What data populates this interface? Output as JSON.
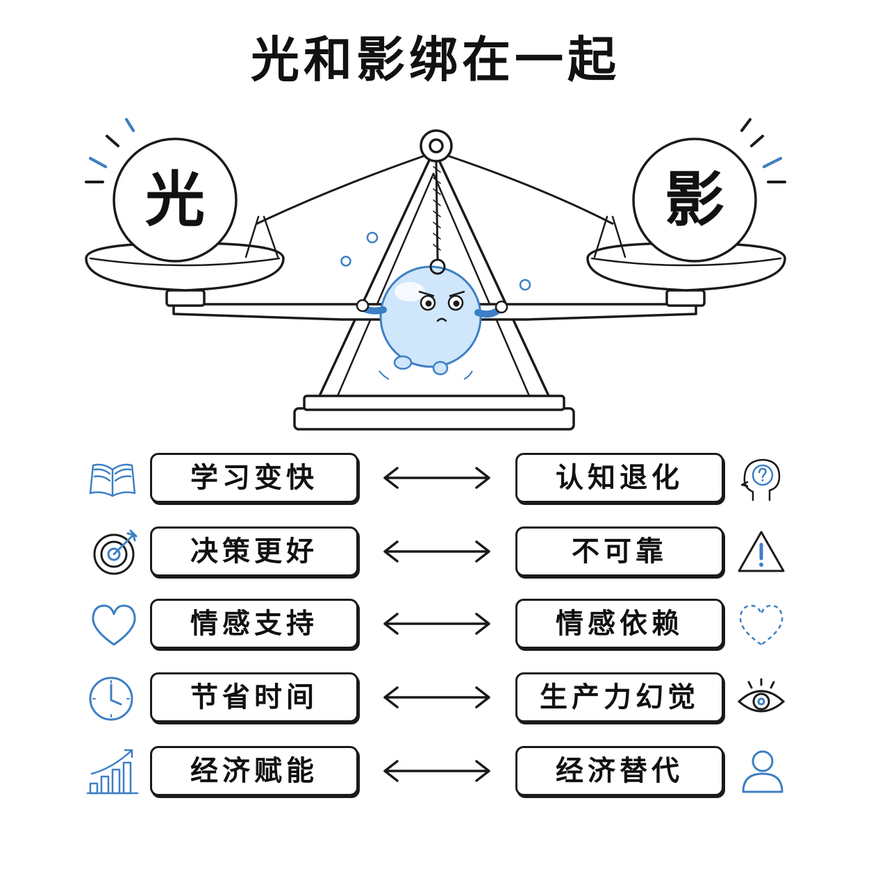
{
  "title": "光和影绑在一起",
  "scale": {
    "left_ball": "光",
    "right_ball": "影"
  },
  "rows": [
    {
      "left": "学习变快",
      "right": "认知退化",
      "left_icon": "book-icon",
      "right_icon": "head-question-icon"
    },
    {
      "left": "决策更好",
      "right": "不可靠",
      "left_icon": "target-icon",
      "right_icon": "warning-icon"
    },
    {
      "left": "情感支持",
      "right": "情感依赖",
      "left_icon": "heart-icon",
      "right_icon": "dashed-heart-icon"
    },
    {
      "left": "节省时间",
      "right": "生产力幻觉",
      "left_icon": "clock-icon",
      "right_icon": "eye-icon"
    },
    {
      "left": "经济赋能",
      "right": "经济替代",
      "left_icon": "growth-chart-icon",
      "right_icon": "person-icon"
    }
  ],
  "colors": {
    "ink": "#1a1a1a",
    "accent_blue": "#3d7fc4",
    "bubble_blue": "#cfe6fb"
  }
}
